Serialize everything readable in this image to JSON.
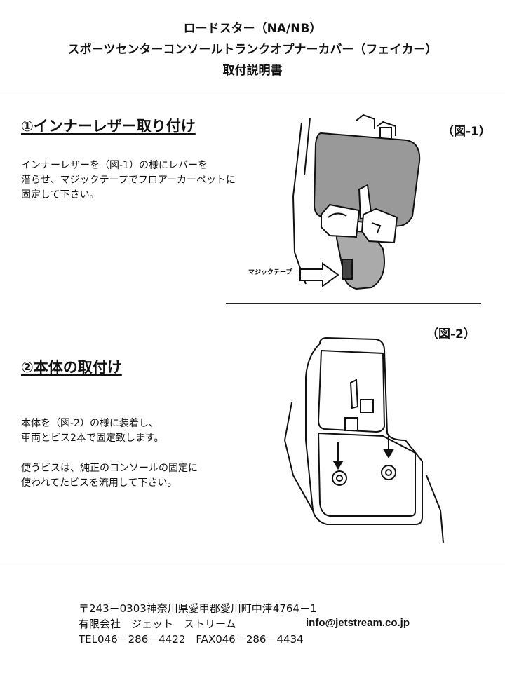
{
  "header": {
    "line1": "ロードスター（NA/NB）",
    "line2": "スポーツセンターコンソールトランクオプナーカバー（フェイカー）",
    "line3": "取付説明書"
  },
  "section1": {
    "heading": "①インナーレザー取り付け",
    "body": "インナーレザーを（図-1）の様にレバーを\n潜らせ、マジックテープでフロアーカーペットに\n固定して下さい。",
    "figure_label": "（図-1）",
    "arrow_label": "マジックテープ"
  },
  "section2": {
    "heading": "②本体の取付け",
    "body1": "本体を（図-2）の様に装着し、\n車両とビス2本で固定致します。",
    "body2": "使うビスは、純正のコンソールの固定に\n使われてたビスを流用して下さい。",
    "figure_label": "（図-2）"
  },
  "footer": {
    "address": "〒243－0303神奈川県愛甲郡愛川町中津4764－1",
    "company": "有限会社　ジェット　ストリーム",
    "email": "info@jetstream.co.jp",
    "tel": "TEL046－286－4422　FAX046－286－4434"
  }
}
